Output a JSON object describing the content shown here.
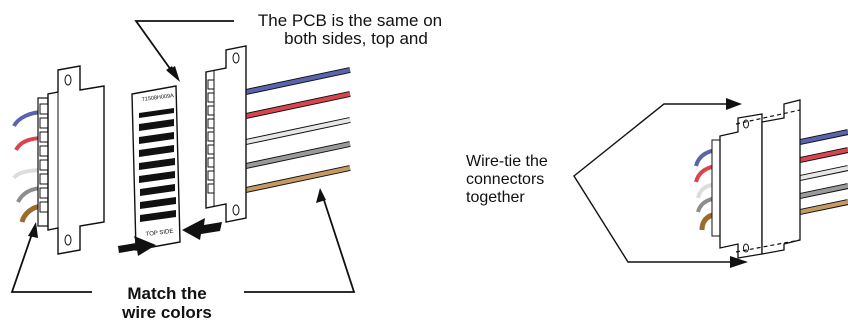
{
  "annotations": {
    "pcb_line1": "The PCB is the same on",
    "pcb_line2": "both sides, top and",
    "match_line1": "Match the",
    "match_line2": "wire colors",
    "tie_line1": "Wire-tie the",
    "tie_line2": "connectors",
    "tie_line3": "together"
  },
  "pcb_labels": {
    "part_number": "71508H009A",
    "side": "TOP SIDE"
  },
  "wire_colors": {
    "blue": "#5a63ad",
    "red": "#d9454f",
    "white": "#d9d9d9",
    "gray": "#9a9a9a",
    "tan": "#b58a52"
  }
}
